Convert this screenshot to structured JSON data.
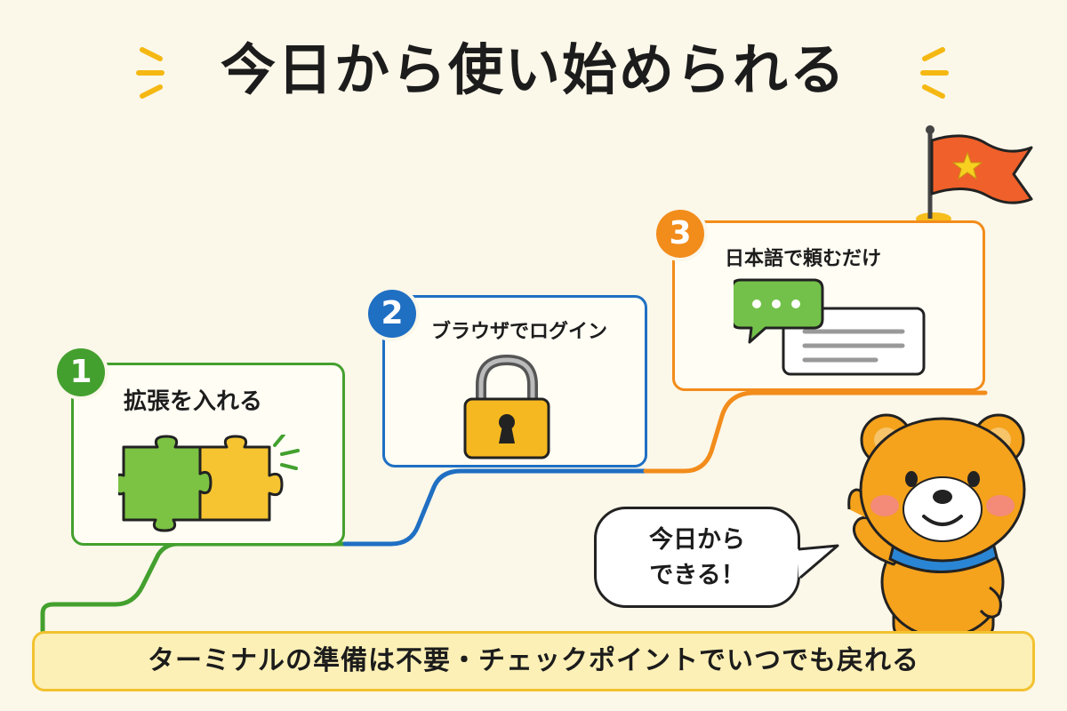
{
  "title": "今日から使い始められる",
  "steps": [
    {
      "number": "1",
      "label": "拡張を入れる",
      "icon": "puzzle-icon"
    },
    {
      "number": "2",
      "label": "ブラウザでログイン",
      "icon": "padlock-icon"
    },
    {
      "number": "3",
      "label": "日本語で頼むだけ",
      "icon": "chat-icon"
    }
  ],
  "speech": {
    "line1": "今日から",
    "line2": "できる！"
  },
  "banner": "ターミナルの準備は不要・チェックポイントでいつでも戻れる",
  "colors": {
    "background": "#fbf7e9",
    "step1": "#43a02e",
    "step2": "#1f6fc3",
    "step3": "#f28c1b",
    "accent_yellow": "#f7bd1b",
    "flag": "#f0602a",
    "bear": "#f5a21c"
  }
}
